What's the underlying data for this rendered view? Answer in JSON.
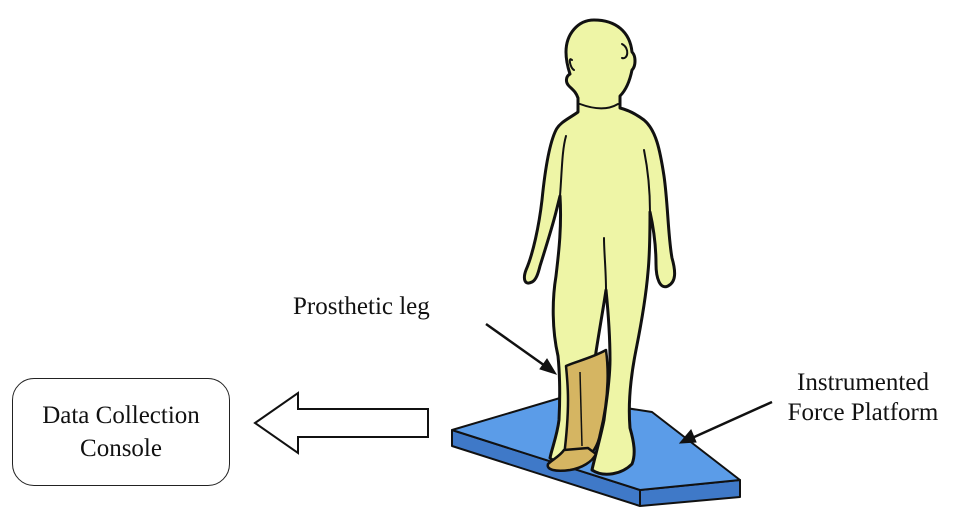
{
  "labels": {
    "prosthetic_leg": "Prosthetic leg",
    "platform_line1": "Instrumented",
    "platform_line2": "Force Platform",
    "console_line1": "Data Collection",
    "console_line2": "Console"
  },
  "colors": {
    "body": "#eef5a6",
    "prosthesis": "#d5b562",
    "platform_top": "#5b9ce8",
    "platform_side": "#3f79c8",
    "outline": "#111111"
  }
}
